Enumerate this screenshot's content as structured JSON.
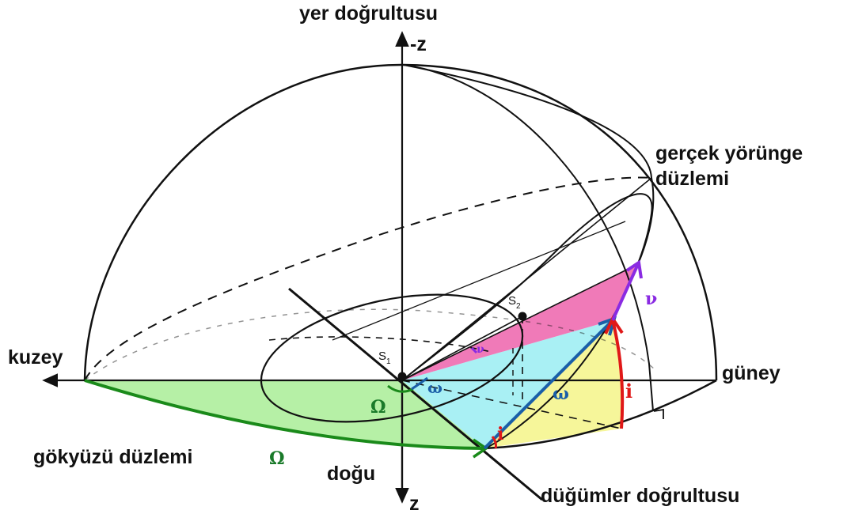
{
  "labels": {
    "vertical": "yer doğrultusu",
    "minus_z": "-z",
    "z": "z",
    "north": "kuzey",
    "south": "güney",
    "east": "doğu",
    "orbit_plane": [
      "gerçek yörünge",
      "düzlemi"
    ],
    "sky_plane": "gökyüzü düzlemi",
    "line_of_nodes": "düğümler doğrultusu"
  },
  "points": {
    "s1": "S",
    "s1_sub": "1",
    "s2": "S",
    "s2_sub": "2"
  },
  "symbols": {
    "Omega": "Ω",
    "omega": "ω",
    "i": "i",
    "nu": "ν"
  },
  "colors": {
    "sky_plane_fill": "#b6f0a6",
    "orbit_region_fill": "#a9f0f4",
    "nu_region_fill": "#f07ab8",
    "i_region_fill": "#f6f69a",
    "Omega_arc": "#1a8a1a",
    "omega_vector": "#1a5fa8",
    "i_arc": "#e01818",
    "nu_arc": "#8a2be2"
  }
}
